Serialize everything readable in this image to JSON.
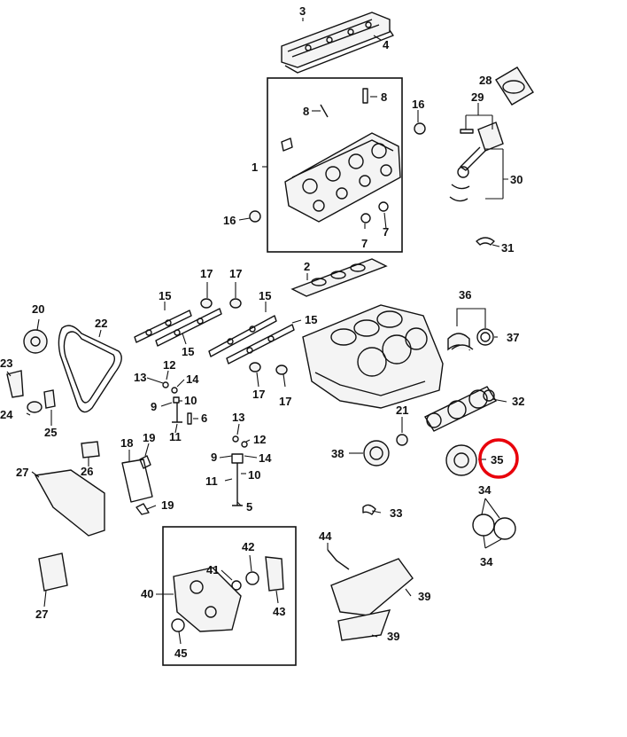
{
  "highlight_color": "#e8000b",
  "callouts": {
    "c1": "1",
    "c2": "2",
    "c3": "3",
    "c4": "4",
    "c5": "5",
    "c6": "6",
    "c7a": "7",
    "c7b": "7",
    "c8a": "8",
    "c8b": "8",
    "c9a": "9",
    "c9b": "9",
    "c10a": "10",
    "c10b": "10",
    "c11a": "11",
    "c11b": "11",
    "c12a": "12",
    "c12b": "12",
    "c13a": "13",
    "c13b": "13",
    "c14a": "14",
    "c14b": "14",
    "c15a": "15",
    "c15b": "15",
    "c15c": "15",
    "c15d": "15",
    "c16a": "16",
    "c16b": "16",
    "c17a": "17",
    "c17b": "17",
    "c17c": "17",
    "c17d": "17",
    "c18": "18",
    "c19a": "19",
    "c19b": "19",
    "c20": "20",
    "c21": "21",
    "c22": "22",
    "c23": "23",
    "c24": "24",
    "c25": "25",
    "c26": "26",
    "c27a": "27",
    "c27b": "27",
    "c28": "28",
    "c29": "29",
    "c30": "30",
    "c31": "31",
    "c32": "32",
    "c33": "33",
    "c34a": "34",
    "c34b": "34",
    "c35": "35",
    "c36": "36",
    "c37": "37",
    "c38": "38",
    "c39a": "39",
    "c39b": "39",
    "c40": "40",
    "c41": "41",
    "c42": "42",
    "c43": "43",
    "c44": "44",
    "c45": "45"
  }
}
